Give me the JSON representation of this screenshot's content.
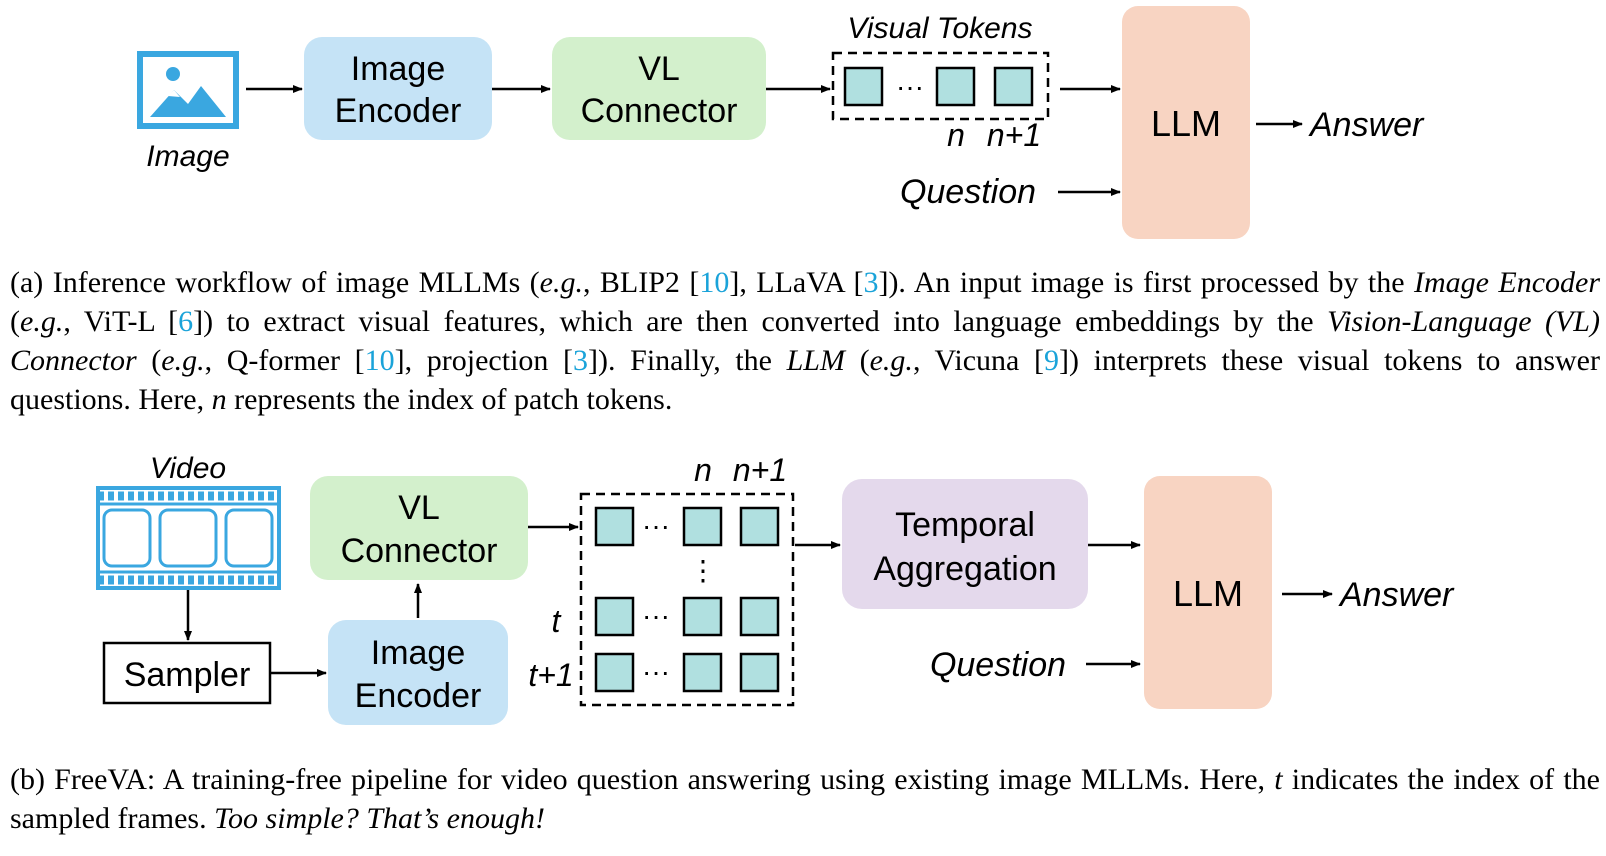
{
  "figure_a": {
    "image_label": "Image",
    "image_encoder": [
      "Image",
      "Encoder"
    ],
    "vl_connector": [
      "VL",
      "Connector"
    ],
    "visual_tokens_label": "Visual Tokens",
    "ellipsis": "···",
    "token_index_n": "n",
    "token_index_n1": "n+1",
    "llm": "LLM",
    "question": "Question",
    "answer": "Answer"
  },
  "caption_a": {
    "p1": "(a) Inference workflow of image MLLMs (",
    "eg": "e.g.",
    "p2": ", BLIP2 [",
    "r10": "10",
    "p3": "], LLaVA [",
    "r3": "3",
    "p4": "]). An input image is first processed by the ",
    "image_encoder": "Image Encoder",
    "p5": " (",
    "p6": ", ViT-L [",
    "r6": "6",
    "p7": "]) to extract visual features, which are then converted into language embeddings by the ",
    "vl_connector": "Vision-Language (VL) Connector",
    "p8": " (",
    "p9": ", Q-former [",
    "p10": "], projection [",
    "p11": "]). Finally, the ",
    "llm": "LLM",
    "p12": " (",
    "p13": ", Vicuna [",
    "r9": "9",
    "p14": "]) interprets these visual tokens to answer questions. Here, ",
    "n": "n",
    "p15": " represents the index of patch tokens."
  },
  "figure_b": {
    "video_label": "Video",
    "sampler": "Sampler",
    "image_encoder": [
      "Image",
      "Encoder"
    ],
    "vl_connector": [
      "VL",
      "Connector"
    ],
    "ellipsis": "···",
    "vdots": "⋮",
    "token_index_n": "n",
    "token_index_n1": "n+1",
    "frame_index_t": "t",
    "frame_index_t1": "t+1",
    "temporal_aggregation": [
      "Temporal",
      "Aggregation"
    ],
    "llm": "LLM",
    "question": "Question",
    "answer": "Answer"
  },
  "caption_b": {
    "p1": "(b) FreeVA: A training-free pipeline for video question answering using existing image MLLMs. Here, ",
    "t": "t",
    "p2": " indicates the index of the sampled frames. ",
    "tagline": "Too simple? That’s enough!"
  },
  "colors": {
    "encoder_fill": "#c5e3f6",
    "connector_fill": "#d3f0cc",
    "llm_fill": "#f8d4c2",
    "temporal_fill": "#e4d9ec",
    "token_fill": "#b0e0e0",
    "icon_blue": "#3aa7e0",
    "cite_blue": "#1aa3d9"
  }
}
